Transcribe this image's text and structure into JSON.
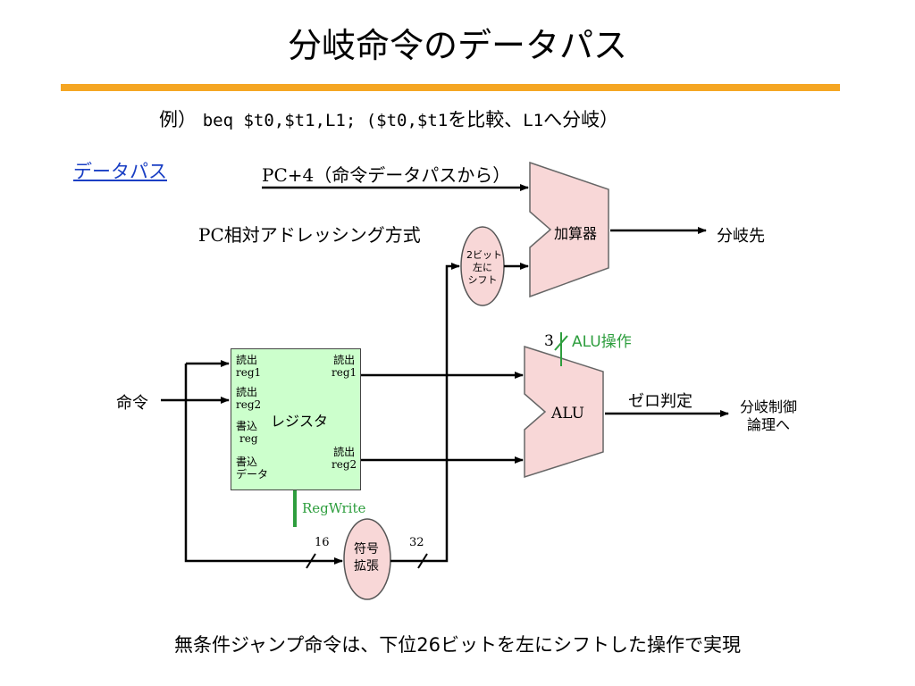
{
  "title": "分岐命令のデータパス",
  "example": {
    "prefix": "例）",
    "code": "beq  $t0,$t1,L1; ($t0,$t1",
    "mid": "を比較、",
    "label": "L1",
    "suffix": "へ分岐）"
  },
  "datapath_link": "データパス",
  "pc4_label": "PC+4（命令データパスから）",
  "pc_relative_label": "PC相対アドレッシング方式",
  "adder_label": "加算器",
  "branch_target_label": "分岐先",
  "shift_label": [
    "2ビット",
    "左に",
    "シフト"
  ],
  "alu_op_count": "3",
  "alu_op_label": "ALU操作",
  "alu_label": "ALU",
  "zero_check_label": "ゼロ判定",
  "branch_control_label": [
    "分岐制御",
    "論理へ"
  ],
  "instruction_label": "命令",
  "register_file": {
    "title": "レジスタ",
    "read_reg1": [
      "読出",
      "reg1"
    ],
    "read_reg2": [
      "読出",
      "reg2"
    ],
    "write_reg": [
      "書込",
      "reg"
    ],
    "write_data": [
      "書込",
      "データ"
    ],
    "read_data1": [
      "読出",
      "reg1"
    ],
    "read_data2": [
      "読出",
      "reg2"
    ]
  },
  "regwrite_label": "RegWrite",
  "sign_extend_label": [
    "符号",
    "拡張"
  ],
  "width_in": "16",
  "width_out": "32",
  "footer": "無条件ジャンプ命令は、下位26ビットを左にシフトした操作で実現",
  "colors": {
    "accent_rule": "#f5a623",
    "link": "#1a3fc4",
    "unit_fill": "#f8d7d7",
    "register_fill": "#ccffcc",
    "control_line": "#2e9e3e"
  }
}
